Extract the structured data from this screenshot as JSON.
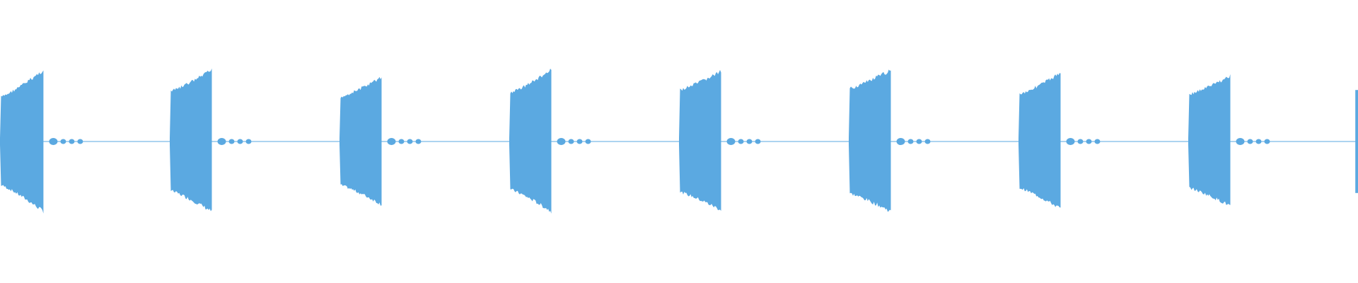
{
  "waveform": {
    "color": "#5ba9e1",
    "background": "#ffffff",
    "bursts": [
      {
        "start": 0.0,
        "end": 0.032,
        "attack": 0.62,
        "peak": 1.0
      },
      {
        "start": 0.125,
        "end": 0.156,
        "attack": 0.7,
        "peak": 1.0
      },
      {
        "start": 0.25,
        "end": 0.281,
        "attack": 0.62,
        "peak": 0.9
      },
      {
        "start": 0.375,
        "end": 0.406,
        "attack": 0.68,
        "peak": 1.0
      },
      {
        "start": 0.5,
        "end": 0.531,
        "attack": 0.72,
        "peak": 0.98
      },
      {
        "start": 0.625,
        "end": 0.656,
        "attack": 0.74,
        "peak": 1.0
      },
      {
        "start": 0.75,
        "end": 0.781,
        "attack": 0.66,
        "peak": 0.96
      },
      {
        "start": 0.875,
        "end": 0.906,
        "attack": 0.66,
        "peak": 0.92
      }
    ],
    "tail_fragment": {
      "start": 0.998,
      "end": 1.0,
      "peak": 0.7
    }
  }
}
